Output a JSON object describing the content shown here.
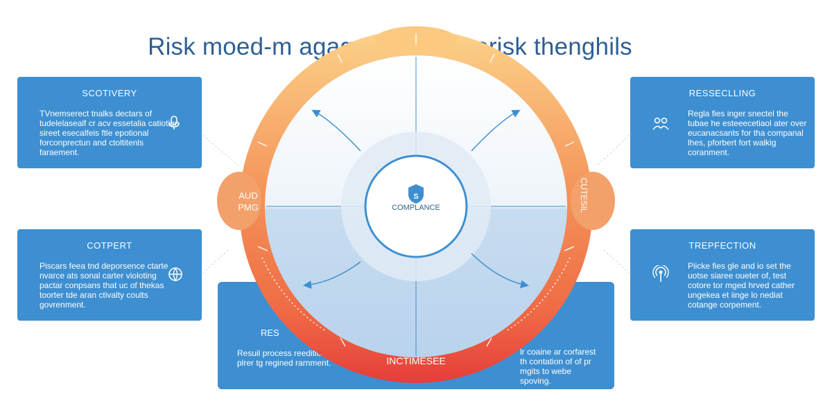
{
  "title": "Risk moed-m agagement timhorisk thenghils",
  "cards": {
    "top_left": {
      "title": "SCOTIVERY",
      "text": "TVnemserect tnalks dectars of tudelelasealf cr acv essetalia catiotion sireet esecalfeis ftle epotional forconprectun and ctoltitenls faraement.",
      "icon": "microphone-icon"
    },
    "mid_left": {
      "title": "COTPERT",
      "text": "Piscars feea tnd deporsence ctarte nvarce ats sonal carter violoting pactar conpsans that uc of thekas toorter tde aran ctivalty coults govrenment.",
      "icon": "globe-icon"
    },
    "top_right": {
      "title": "RESSECLLING",
      "text": "Regla fies inger snectel the tubae he esteeecetiaol ater over eucanacsants for tha companal lhes, pforbert fort walkig coranment.",
      "icon": "people-icon"
    },
    "mid_right": {
      "title": "TREPFECTION",
      "text": "Piicke fies gle and io set the uotse siaree oueter of, test cotore tor mged hrved cather ungekea et iinge lo nediat cotange corpement.",
      "icon": "signal-icon"
    }
  },
  "bottom": {
    "left_title": "RES",
    "left_text": "Resuil process reedition a plrer tg regined rarnment.",
    "right_title": "DIT",
    "right_text": "lr coaine ar corfarest th contation of of pr mgits to webe spoving."
  },
  "ring": {
    "left_label_1": "AUD",
    "left_label_2": "PMG",
    "right_label": "CUTESIL",
    "bottom_label": "INCTIMESEE"
  },
  "center": {
    "label": "COMPLANCE",
    "icon": "shield-icon"
  },
  "colors": {
    "card_blue": "#3d8fd1",
    "ring_orange": "#f08a4b",
    "ring_red": "#e8473f",
    "ring_light": "#fbc980",
    "title_blue": "#2f5f93"
  }
}
